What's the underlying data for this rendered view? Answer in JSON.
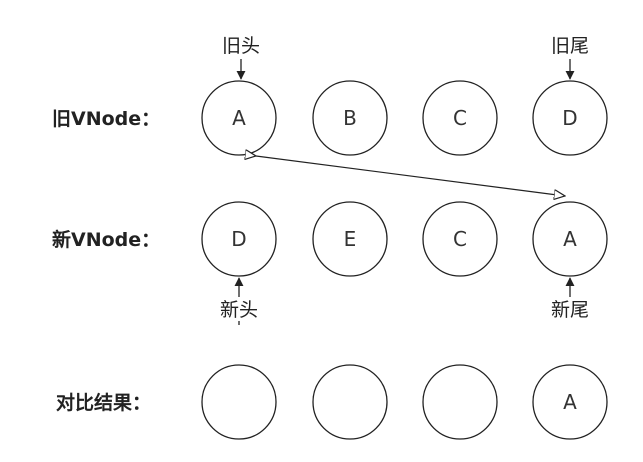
{
  "rows": {
    "old": {
      "label": "旧VNode：",
      "nodes": [
        "A",
        "B",
        "C",
        "D"
      ]
    },
    "new": {
      "label": "新VNode：",
      "nodes": [
        "D",
        "E",
        "C",
        "A"
      ]
    },
    "result": {
      "label": "对比结果：",
      "nodes": [
        "",
        "",
        "",
        "A"
      ]
    }
  },
  "pointers": {
    "old_head": "旧头",
    "old_tail": "旧尾",
    "new_head": "新头",
    "new_tail": "新尾"
  },
  "colors": {
    "stroke": "#222222",
    "text": "#333333",
    "background": "#ffffff"
  }
}
